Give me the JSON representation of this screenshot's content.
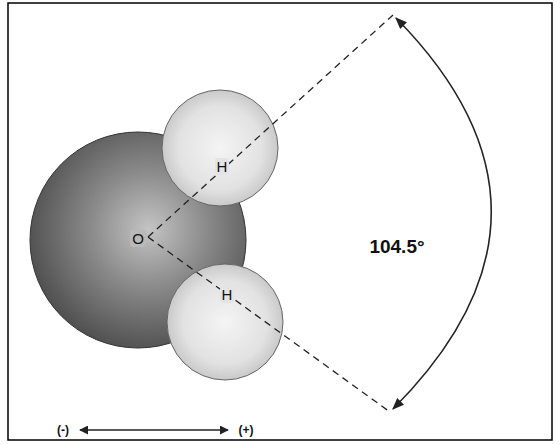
{
  "diagram": {
    "nodes": [
      {
        "text": [
          "O"
        ]
      },
      {
        "text": [
          "H"
        ]
      },
      {
        "text": [
          "H"
        ]
      }
    ],
    "labels": [
      "104.5°",
      "(-)",
      "(+)"
    ]
  }
}
